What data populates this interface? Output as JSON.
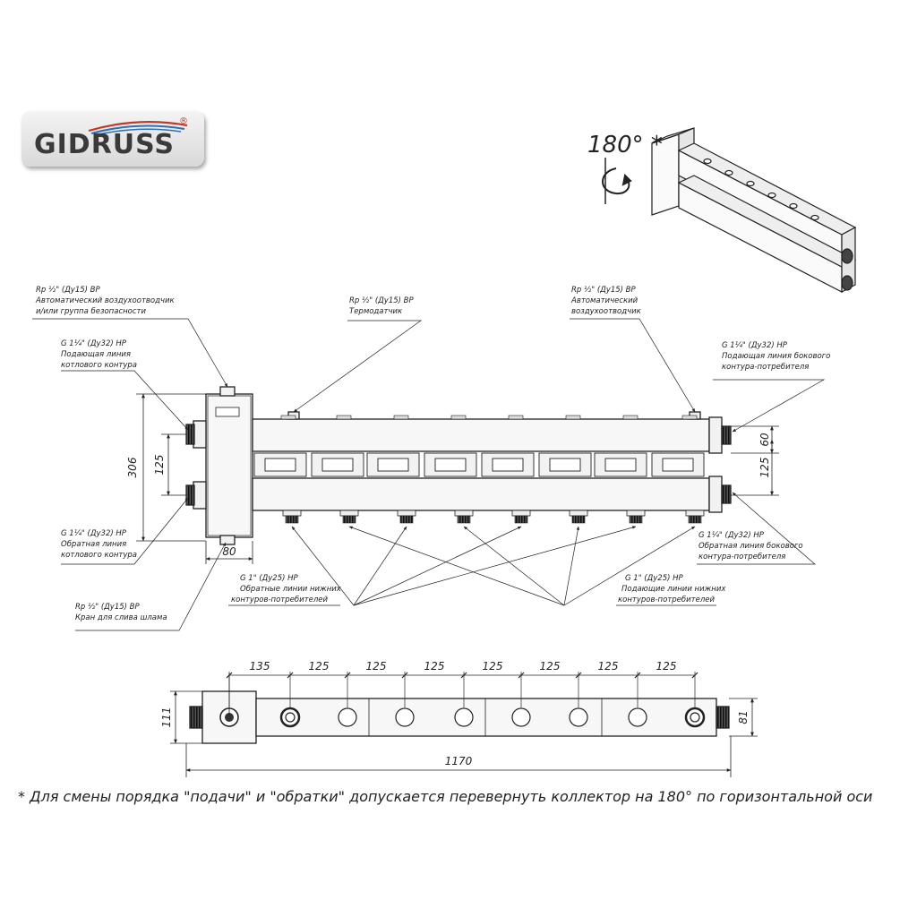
{
  "brand": {
    "name": "GIDRUSS",
    "reg": "®"
  },
  "rotation": {
    "label": "180° *"
  },
  "labels": {
    "air_vent_left_1": "Rp ½\" (Ду15) ВР",
    "air_vent_left_2": "Автоматический воздухоотводчик",
    "air_vent_left_3": "и/или группа безопасности",
    "thermo_1": "Rp ½\" (Ду15) ВР",
    "thermo_2": "Термодатчик",
    "air_vent_right_1": "Rp ½\" (Ду15) ВР",
    "air_vent_right_2": "Автоматический",
    "air_vent_right_3": "воздухоотводчик",
    "supply_boiler_1": "G 1¼\" (Ду32) НР",
    "supply_boiler_2": "Подающая линия",
    "supply_boiler_3": "котлового контура",
    "supply_side_1": "G 1¼\" (Ду32) НР",
    "supply_side_2": "Подающая линия бокового",
    "supply_side_3": "контура-потребителя",
    "return_boiler_1": "G 1¼\" (Ду32) НР",
    "return_boiler_2": "Обратная линия",
    "return_boiler_3": "котлового контура",
    "return_side_1": "G 1¼\" (Ду32) НР",
    "return_side_2": "Обратная линия бокового",
    "return_side_3": "контура-потребителя",
    "return_lower_1": "G 1\" (Ду25) НР",
    "return_lower_2": "Обратные линии нижних",
    "return_lower_3": "контуров-потребителей",
    "supply_lower_1": "G 1\" (Ду25) НР",
    "supply_lower_2": "Подающие линии нижних",
    "supply_lower_3": "контуров-потребителей",
    "drain_1": "Rp ½\" (Ду15) ВР",
    "drain_2": "Кран для слива шлама"
  },
  "dimensions": {
    "height_total": "306",
    "pipe_spacing_left": "125",
    "width_block": "80",
    "pipe_height_right": "60",
    "pipe_spacing_right": "125",
    "top_first": "135",
    "top_steps": [
      "125",
      "125",
      "125",
      "125",
      "125",
      "125",
      "125"
    ],
    "plan_depth_left": "111",
    "plan_depth_right": "81",
    "total_length": "1170"
  },
  "note": "* Для смены порядка \"подачи\" и \"обратки\" допускается перевернуть коллектор на 180° по горизонтальной оси",
  "colors": {
    "line": "#222222",
    "body_fill": "#f7f7f7",
    "thread": "#333333",
    "brand_red": "#c0392b",
    "brand_blue": "#2f6fb3"
  }
}
